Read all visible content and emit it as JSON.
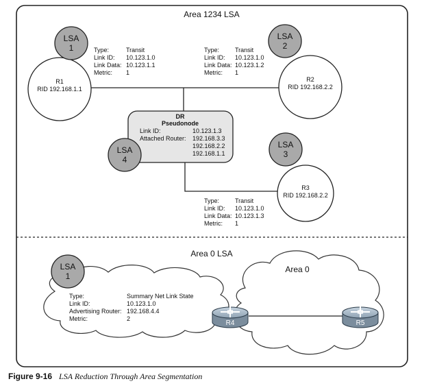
{
  "areas": {
    "top_title": "Area 1234 LSA",
    "bottom_title": "Area 0 LSA",
    "cloud_label": "Area 0"
  },
  "routers": {
    "r1": {
      "name": "R1",
      "rid": "RID 192.168.1.1"
    },
    "r2": {
      "name": "R2",
      "rid": "RID 192.168.2.2"
    },
    "r3": {
      "name": "R3",
      "rid": "RID 192.168.2.2"
    },
    "r4": {
      "name": "R4"
    },
    "r5": {
      "name": "R5"
    }
  },
  "lsa_badges": [
    {
      "word": "LSA",
      "num": "1"
    },
    {
      "word": "LSA",
      "num": "2"
    },
    {
      "word": "LSA",
      "num": "3"
    },
    {
      "word": "LSA",
      "num": "4"
    },
    {
      "word": "LSA",
      "num": "1"
    }
  ],
  "pseudonode": {
    "line1": "DR",
    "line2": "Pseudonode",
    "link_id_label": "Link ID:",
    "link_id_value": "10.123.1.3",
    "attached_label": "Attached Router:",
    "attached_values": [
      "192.168.3.3",
      "192.168.2.2",
      "192.168.1.1"
    ]
  },
  "lsa_info": {
    "r1": {
      "labels": [
        "Type:",
        "Link ID:",
        "Link Data:",
        "Metric:"
      ],
      "values": [
        "Transit",
        "10.123.1.0",
        "10.123.1.1",
        "1"
      ]
    },
    "r2": {
      "labels": [
        "Type:",
        "Link ID:",
        "Link Data:",
        "Metric:"
      ],
      "values": [
        "Transit",
        "10.123.1.0",
        "10.123.1.2",
        "1"
      ]
    },
    "r3": {
      "labels": [
        "Type:",
        "Link ID:",
        "Link Data:",
        "Metric:"
      ],
      "values": [
        "Transit",
        "10.123.1.0",
        "10.123.1.3",
        "1"
      ]
    },
    "summary": {
      "labels": [
        "Type:",
        "Link ID:",
        "Advertising Router:",
        "Metric:"
      ],
      "values": [
        "Summary Net Link State",
        "10.123.1.0",
        "192.168.4.4",
        "2"
      ]
    }
  },
  "caption": {
    "figure": "Figure 9-16",
    "title": "LSA Reduction Through Area Segmentation"
  },
  "colors": {
    "lsa_badge": "#a9a9a9",
    "pseudonode_box": "#e6e6e6",
    "router_body": "#7b8d9d",
    "line": "#222222"
  },
  "icons": [
    "cisco-router-icon"
  ]
}
